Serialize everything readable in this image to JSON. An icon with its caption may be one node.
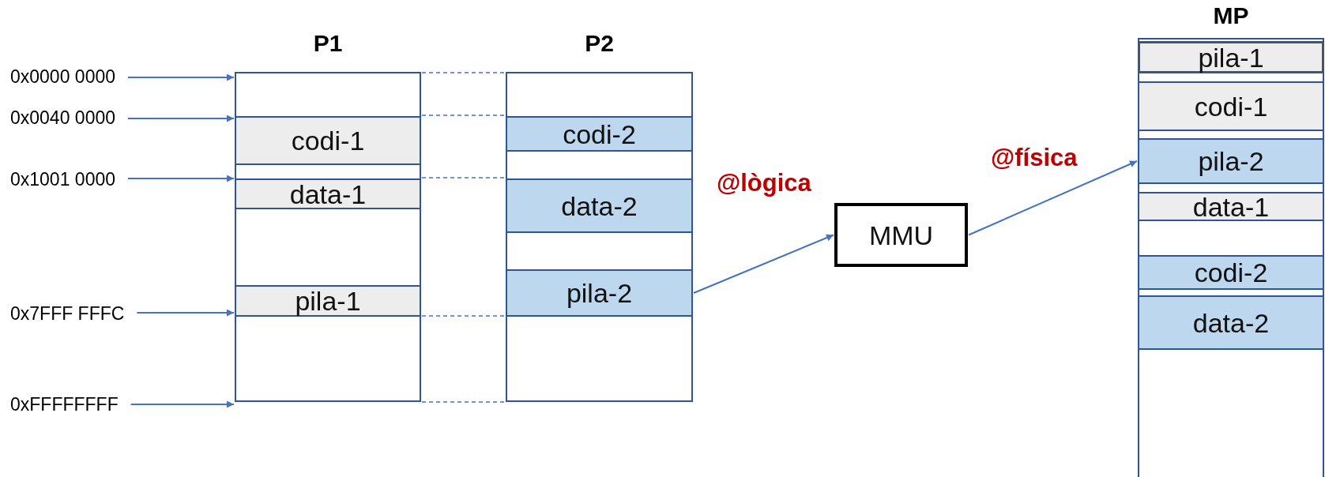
{
  "diagram": {
    "nodes": [
      {
        "text": [
          "P1"
        ]
      },
      {
        "text": [
          "codi-1"
        ],
        "in": 0
      },
      {
        "text": [
          "data-1"
        ],
        "in": 0
      },
      {
        "text": [
          "pila-1"
        ],
        "in": 0
      },
      {
        "text": [
          "P2"
        ]
      },
      {
        "text": [
          "codi-2"
        ],
        "in": 4
      },
      {
        "text": [
          "data-2"
        ],
        "in": 4
      },
      {
        "text": [
          "pila-2"
        ],
        "in": 4
      },
      {
        "text": [
          "MMU"
        ]
      },
      {
        "text": [
          "MP"
        ]
      },
      {
        "text": [
          "pila-1"
        ],
        "in": 9
      },
      {
        "text": [
          "codi-1"
        ],
        "in": 9
      },
      {
        "text": [
          "pila-2"
        ],
        "in": 9
      },
      {
        "text": [
          "data-1"
        ],
        "in": 9
      },
      {
        "text": [
          "codi-2"
        ],
        "in": 9
      },
      {
        "text": [
          "data-2"
        ],
        "in": 9
      },
      {
        "text": [
          "0x0000 0000"
        ]
      },
      {
        "text": [
          "0x0040 0000"
        ]
      },
      {
        "text": [
          "0x1001 0000"
        ]
      },
      {
        "text": [
          "0x7FFF FFFC"
        ]
      },
      {
        "text": [
          "0xFFFFFFFF"
        ]
      }
    ],
    "edges": [
      {
        "from": 16,
        "to": 0,
        "arrow": "to"
      },
      {
        "from": 17,
        "to": 0,
        "arrow": "to"
      },
      {
        "from": 18,
        "to": 0,
        "arrow": "to"
      },
      {
        "from": 19,
        "to": 0,
        "arrow": "to"
      },
      {
        "from": 20,
        "to": 0,
        "arrow": "to"
      },
      {
        "from": 0,
        "to": 4,
        "arrow": "none",
        "style": "dashed"
      },
      {
        "from": 0,
        "to": 4,
        "arrow": "none",
        "style": "dashed"
      },
      {
        "from": 0,
        "to": 4,
        "arrow": "none",
        "style": "dashed"
      },
      {
        "from": 0,
        "to": 4,
        "arrow": "none",
        "style": "dashed"
      },
      {
        "from": 0,
        "to": 4,
        "arrow": "none",
        "style": "dashed"
      },
      {
        "from": 7,
        "to": 8,
        "arrow": "to",
        "label": "@lògica"
      },
      {
        "from": 8,
        "to": 12,
        "arrow": "to",
        "label": "@física"
      }
    ]
  }
}
